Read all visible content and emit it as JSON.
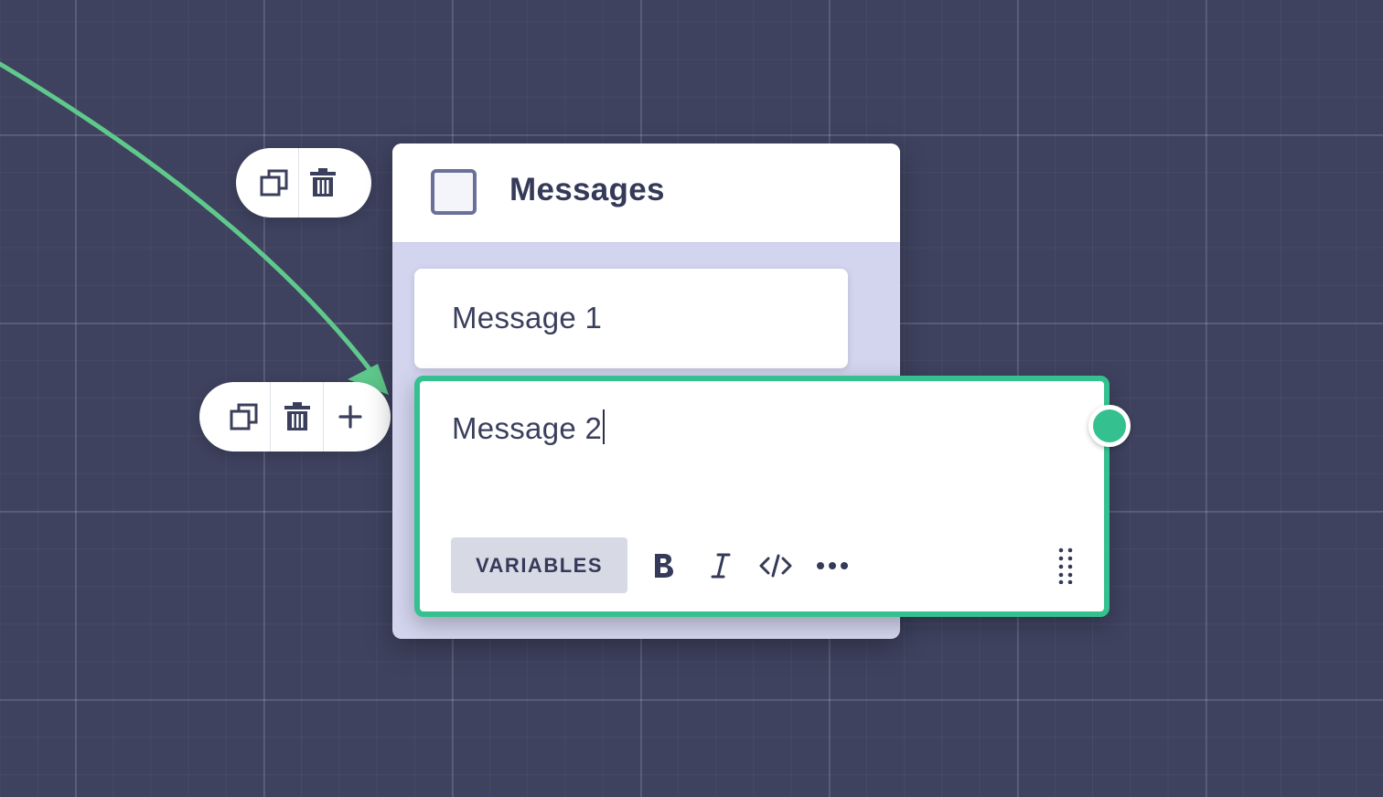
{
  "colors": {
    "canvas_background": "#3e425f",
    "connector": "#5fc98c",
    "active_border": "#35c18f",
    "block_body": "#d3d4ee",
    "text": "#3b3f5c"
  },
  "block_actions": {
    "copy_icon": "copy-icon",
    "delete_icon": "trash-icon"
  },
  "step_actions": {
    "copy_icon": "copy-icon",
    "delete_icon": "trash-icon",
    "add_icon": "plus-icon"
  },
  "block": {
    "title": "Messages",
    "icon": "checkbox-icon"
  },
  "messages": {
    "items": [
      "Message 1"
    ],
    "editing_value": "Message 2"
  },
  "editor_toolbar": {
    "variables_label": "VARIABLES",
    "bold_icon": "bold-icon",
    "italic_icon": "italic-icon",
    "code_icon": "code-icon",
    "more_icon": "more-icon",
    "drag_icon": "drag-handle-icon"
  }
}
